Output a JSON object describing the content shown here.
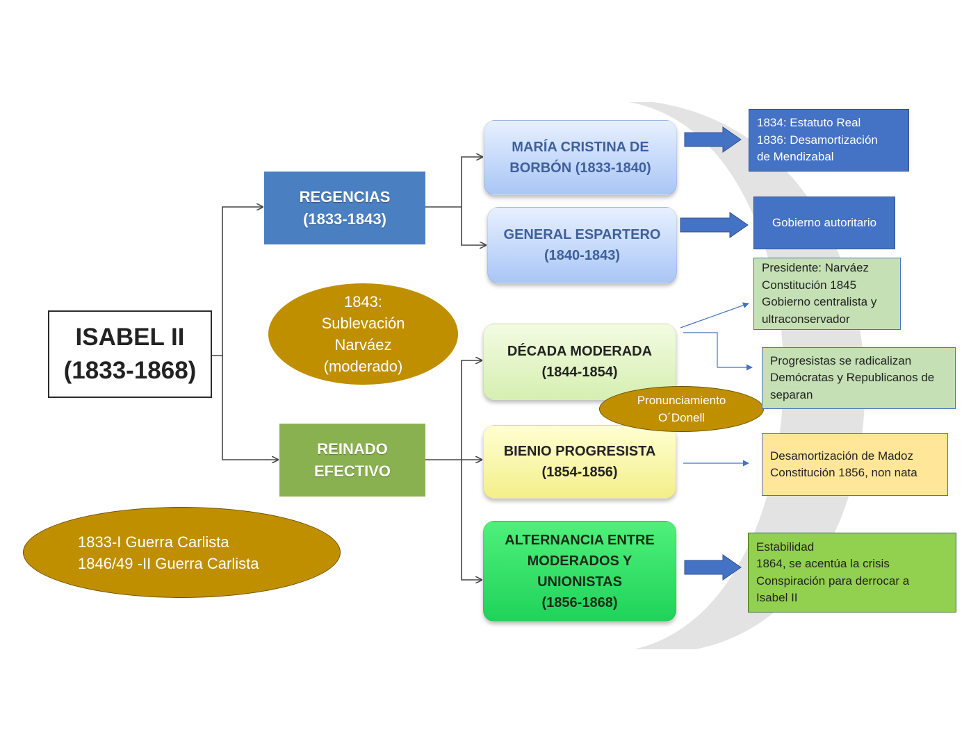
{
  "root": {
    "line1": "ISABEL II",
    "line2": "(1833-1868)"
  },
  "branches": {
    "regencias": {
      "line1": "REGENCIAS",
      "line2": "(1833-1843)"
    },
    "reinado": {
      "line1": "REINADO",
      "line2": "EFECTIVO"
    }
  },
  "periods": {
    "maria_cristina": {
      "line1": "MARÍA CRISTINA DE",
      "line2": "BORBÓN (1833-1840)"
    },
    "espartero": {
      "line1": "GENERAL ESPARTERO",
      "line2": "(1840-1843)"
    },
    "decada": {
      "line1": "DÉCADA MODERADA",
      "line2": "(1844-1854)"
    },
    "bienio": {
      "line1": "BIENIO PROGRESISTA",
      "line2": "(1854-1856)"
    },
    "alternancia": {
      "line1": "ALTERNANCIA ENTRE",
      "line2": "MODERADOS Y",
      "line3": "UNIONISTAS",
      "line4": "(1856-1868)"
    }
  },
  "ovals": {
    "sublevacion": {
      "line1": "1843:",
      "line2": "Sublevación",
      "line3": "Narváez",
      "line4": "(moderado)"
    },
    "pronunciamiento": {
      "line1": "Pronunciamiento",
      "line2": "O´Donell"
    },
    "guerras": {
      "line1": "1833-I Guerra Carlista",
      "line2": "1846/49 -II Guerra Carlista"
    }
  },
  "info": {
    "regencia_mc": {
      "line1": "1834: Estatuto Real",
      "line2": "1836: Desamortización",
      "line3": "de Mendizabal"
    },
    "espartero": {
      "line1": "Gobierno autoritario"
    },
    "decada_a": {
      "line1": "Presidente: Narváez",
      "line2": "Constitución 1845",
      "line3": "Gobierno centralista y",
      "line4": "ultraconservador"
    },
    "decada_b": {
      "line1": "Progresistas se radicalizan",
      "line2": "Demócratas y Republicanos de",
      "line3": "separan"
    },
    "bienio": {
      "line1": "Desamortización de Madoz",
      "line2": "Constitución 1856, non nata"
    },
    "alternancia": {
      "line1": "Estabilidad",
      "line2": "1864, se acentúa la crisis",
      "line3": "Conspiración para derrocar a",
      "line4": "Isabel II"
    }
  },
  "colors": {
    "regencias": "#4a7fc2",
    "reinado": "#8ab14f",
    "oval": "#bf8f00",
    "info_blue": "#4472c4",
    "info_green": "#c5e0b4",
    "info_yellow": "#ffe699",
    "info_lime": "#92d050",
    "arc": "#e3e3e3"
  }
}
